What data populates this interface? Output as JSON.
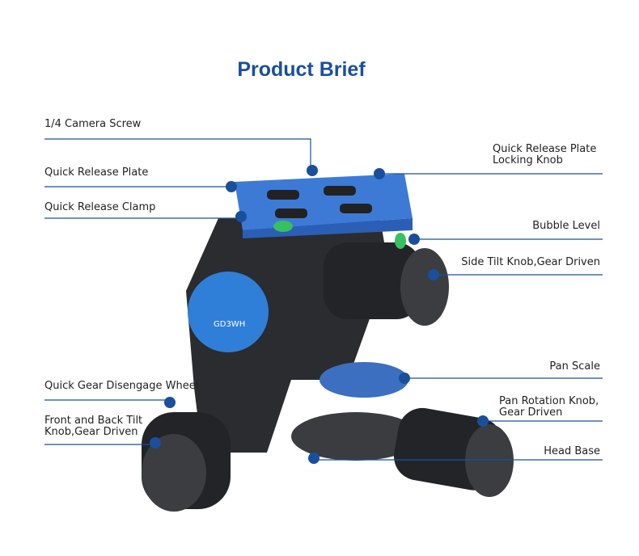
{
  "title": "Product Brief",
  "model_label": "GD3WH",
  "accent": "#1a4f9c",
  "callouts": {
    "camera_screw": "1/4 Camera Screw",
    "qr_plate": "Quick Release Plate",
    "qr_clamp": "Quick Release Clamp",
    "qr_lock_1": "Quick Release Plate",
    "qr_lock_2": "Locking Knob",
    "bubble": "Bubble Level",
    "side_tilt": "Side Tilt Knob,Gear Driven",
    "pan_scale": "Pan Scale",
    "pan_rot_1": "Pan Rotation Knob,",
    "pan_rot_2": "Gear Driven",
    "head_base": "Head Base",
    "gear_wheel": "Quick Gear Disengage Wheel",
    "front_tilt_1": "Front and Back Tilt",
    "front_tilt_2": "Knob,Gear Driven"
  }
}
